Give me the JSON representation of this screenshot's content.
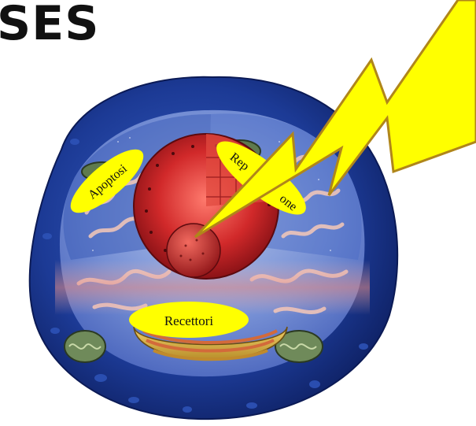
{
  "slide": {
    "title": "SES"
  },
  "labels": {
    "apoptosis": "Apoptosi",
    "repair_start": "Rep",
    "repair_end": "one",
    "receptors": "Recettori"
  },
  "colors": {
    "label_fill": "#ffff00",
    "bolt_fill": "#ffff00",
    "bolt_stroke": "#b8860b",
    "cell_membrane": "#1f3f9c",
    "cell_inner": "#5f7fd2",
    "nucleus": "#b51a1a"
  }
}
